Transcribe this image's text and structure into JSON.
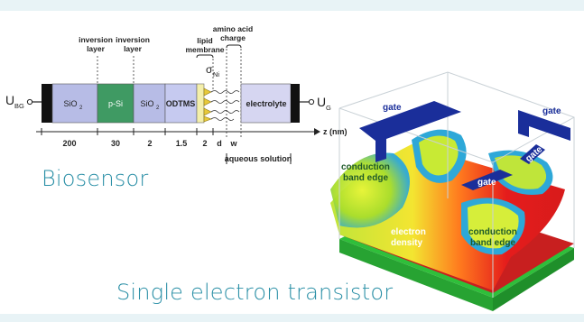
{
  "captions": {
    "biosensor": "Biosensor",
    "set": "Single electron transistor"
  },
  "layer_diagram": {
    "terminal_left_base": "U",
    "terminal_left_sub": "BG",
    "terminal_right_base": "U",
    "terminal_right_sub": "G",
    "layers": [
      {
        "label": "SiO",
        "sub": "2"
      },
      {
        "label": "p-Si",
        "sub": ""
      },
      {
        "label": "SiO",
        "sub": "2"
      },
      {
        "label": "ODTMS",
        "sub": ""
      },
      {
        "label": "electrolyte",
        "sub": ""
      }
    ],
    "top_labels": {
      "inversion_layer_1": [
        "inversion",
        "layer"
      ],
      "inversion_layer_2": [
        "inversion",
        "layer"
      ],
      "lipid_membrane": [
        "lipid",
        "membrane"
      ],
      "amino_acid_charge": [
        "amino acid",
        "charge"
      ],
      "sigma": "σ",
      "sigma_sub": "Ni"
    },
    "thicknesses": [
      "200",
      "30",
      "2",
      "1.5",
      "2",
      "d",
      "w"
    ],
    "axis_label": "z (nm)",
    "aqueous_label": "aqueous solution"
  },
  "set_diagram": {
    "labels": {
      "gate_left": "gate",
      "gate_right": "gate",
      "gate_center": "gate",
      "gate_small": "gate",
      "cbe_left": [
        "conduction",
        "band edge"
      ],
      "cbe_right": [
        "conduction",
        "band edge"
      ],
      "electron_density": [
        "electron",
        "density"
      ]
    }
  },
  "colors": {
    "caption": "#2a8fa6",
    "gate_blue": "#1a2e9a",
    "sio2": "#b7bce6",
    "psi": "#3f9a63",
    "odtms": "#b7bce6",
    "electrolyte": "#d6d6f1"
  }
}
